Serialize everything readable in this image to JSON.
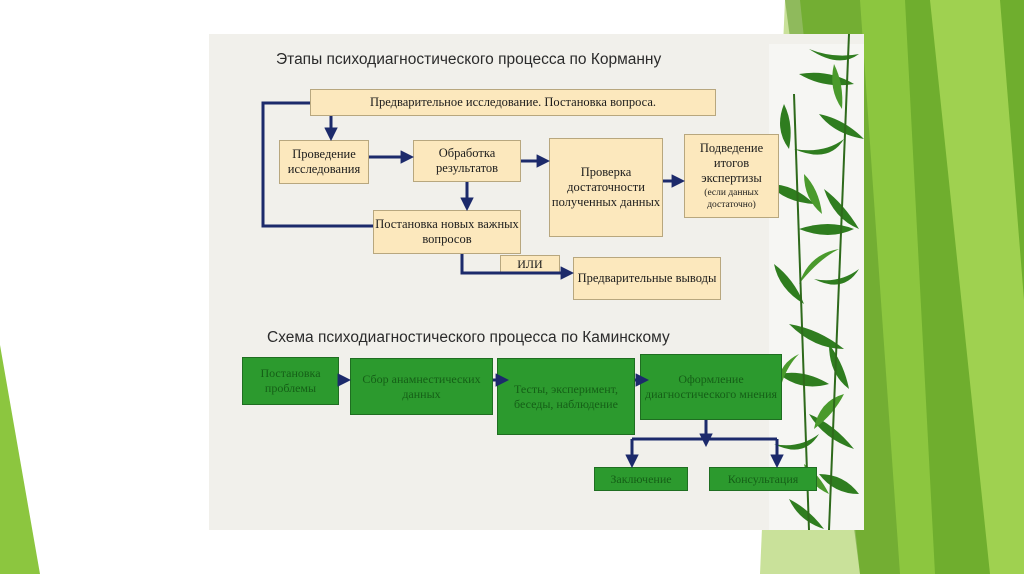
{
  "slide": {
    "korman_title": "Этапы психодиагностического процесса по Корманну",
    "kaminsky_title": "Схема психодиагностического процесса по Каминскому"
  },
  "korman": {
    "prelim": "Предварительное исследование. Постановка вопроса.",
    "conduct": "Проведение исследования",
    "process": "Обработка результатов",
    "check": "Проверка достаточности полученных данных",
    "summary": "Подведение итогов экспертизы",
    "summary_note": "(если данных достаточно)",
    "new_questions": "Постановка новых важных вопросов",
    "or": "ИЛИ",
    "conclusions": "Предварительные выводы"
  },
  "kaminsky": {
    "problem": "Постановка проблемы",
    "anamnesis": "Сбор анамнестических данных",
    "tests": "Тесты, эксперимент, беседы, наблюдение",
    "opinion": "Оформление диагностического мнения",
    "conclusion": "Заключение",
    "consultation": "Консультация"
  },
  "colors": {
    "arrow": "#1c2a6b",
    "beige_box": "#fce8bd",
    "green_box": "#2c9a2e",
    "deco_green": "#8cc63f"
  }
}
